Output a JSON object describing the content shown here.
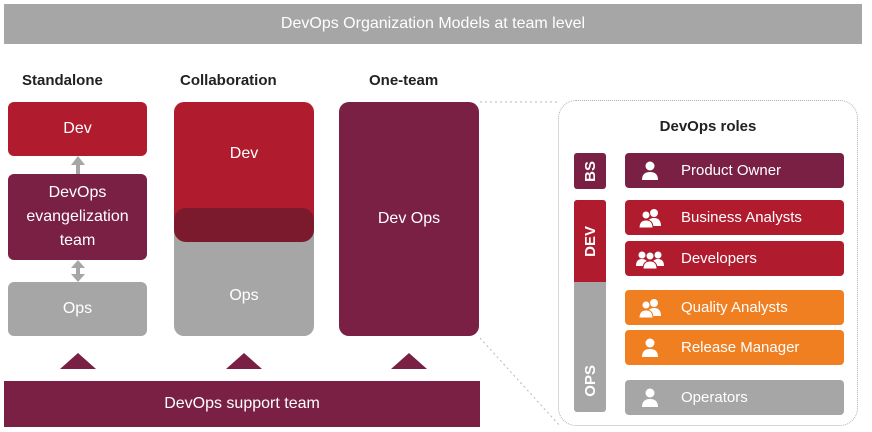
{
  "title": "DevOps Organization Models at team level",
  "models": {
    "standalone": {
      "heading": "Standalone",
      "dev": "Dev",
      "evangelization": "DevOps evangelization team",
      "ops": "Ops"
    },
    "collaboration": {
      "heading": "Collaboration",
      "dev": "Dev",
      "ops": "Ops"
    },
    "one_team": {
      "heading": "One-team",
      "devops": "Dev Ops"
    }
  },
  "support_team": "DevOps support team",
  "roles_panel": {
    "heading": "DevOps roles",
    "groups": {
      "bs": "BS",
      "dev": "DEV",
      "ops": "OPS"
    },
    "roles": [
      {
        "label": "Product Owner",
        "icon": "person-icon"
      },
      {
        "label": "Business Analysts",
        "icon": "people-icon"
      },
      {
        "label": "Developers",
        "icon": "group-icon"
      },
      {
        "label": "Quality Analysts",
        "icon": "people-icon"
      },
      {
        "label": "Release Manager",
        "icon": "person-icon"
      },
      {
        "label": "Operators",
        "icon": "person-icon"
      }
    ]
  },
  "colors": {
    "red": "#b01c2e",
    "wine": "#7a2044",
    "grey": "#a6a6a6",
    "orange": "#f07f22"
  }
}
